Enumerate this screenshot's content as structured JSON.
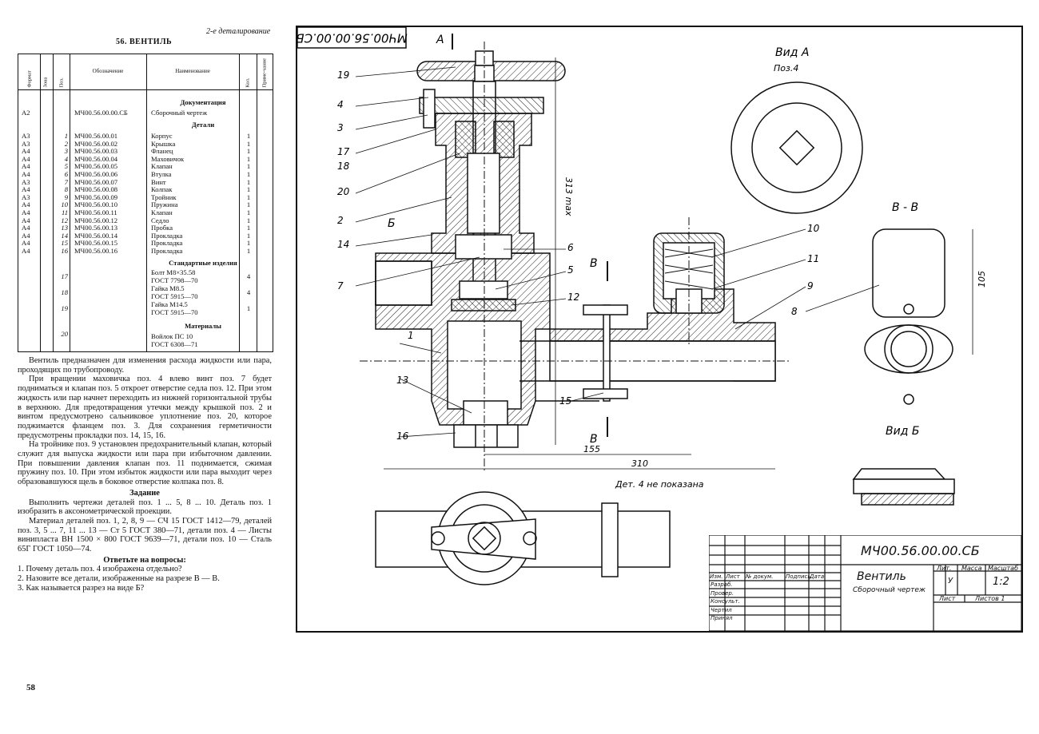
{
  "page": {
    "header_right": "2-е деталирование",
    "section_title": "56. ВЕНТИЛЬ",
    "page_number": "58"
  },
  "bom": {
    "headers": {
      "format": "Формат",
      "zone": "Зона",
      "pos": "Поз.",
      "designation": "Обозначение",
      "name": "Наименование",
      "qty": "Кол.",
      "note": "Приме-чание"
    },
    "sections": {
      "documentation": "Документация",
      "parts": "Детали",
      "standard": "Стандартные изделия",
      "materials": "Материалы"
    },
    "doc_row": {
      "format": "А2",
      "designation": "МЧ00.56.00.00.СБ",
      "name": "Сборочный чертеж"
    },
    "parts": [
      {
        "format": "А3",
        "pos": "1",
        "designation": "МЧ00.56.00.01",
        "name": "Корпус",
        "qty": "1"
      },
      {
        "format": "А3",
        "pos": "2",
        "designation": "МЧ00.56.00.02",
        "name": "Крышка",
        "qty": "1"
      },
      {
        "format": "А4",
        "pos": "3",
        "designation": "МЧ00.56.00.03",
        "name": "Фланец",
        "qty": "1"
      },
      {
        "format": "А4",
        "pos": "4",
        "designation": "МЧ00.56.00.04",
        "name": "Маховичок",
        "qty": "1"
      },
      {
        "format": "А4",
        "pos": "5",
        "designation": "МЧ00.56.00.05",
        "name": "Клапан",
        "qty": "1"
      },
      {
        "format": "А4",
        "pos": "6",
        "designation": "МЧ00.56.00.06",
        "name": "Втулка",
        "qty": "1"
      },
      {
        "format": "А3",
        "pos": "7",
        "designation": "МЧ00.56.00.07",
        "name": "Винт",
        "qty": "1"
      },
      {
        "format": "А4",
        "pos": "8",
        "designation": "МЧ00.56.00.08",
        "name": "Колпак",
        "qty": "1"
      },
      {
        "format": "А3",
        "pos": "9",
        "designation": "МЧ00.56.00.09",
        "name": "Тройник",
        "qty": "1"
      },
      {
        "format": "А4",
        "pos": "10",
        "designation": "МЧ00.56.00.10",
        "name": "Пружина",
        "qty": "1"
      },
      {
        "format": "А4",
        "pos": "11",
        "designation": "МЧ00.56.00.11",
        "name": "Клапан",
        "qty": "1"
      },
      {
        "format": "А4",
        "pos": "12",
        "designation": "МЧ00.56.00.12",
        "name": "Седло",
        "qty": "1"
      },
      {
        "format": "А4",
        "pos": "13",
        "designation": "МЧ00.56.00.13",
        "name": "Пробка",
        "qty": "1"
      },
      {
        "format": "А4",
        "pos": "14",
        "designation": "МЧ00.56.00.14",
        "name": "Прокладка",
        "qty": "1"
      },
      {
        "format": "А4",
        "pos": "15",
        "designation": "МЧ00.56.00.15",
        "name": "Прокладка",
        "qty": "1"
      },
      {
        "format": "А4",
        "pos": "16",
        "designation": "МЧ00.56.00.16",
        "name": "Прокладка",
        "qty": "1"
      }
    ],
    "standard": [
      {
        "pos": "17",
        "line1": "Болт М8×35.58",
        "line2": "ГОСТ 7798—70",
        "qty": "4"
      },
      {
        "pos": "18",
        "line1": "Гайка М8.5",
        "line2": "ГОСТ 5915—70",
        "qty": "4"
      },
      {
        "pos": "19",
        "line1": "Гайка М14.5",
        "line2": "ГОСТ 5915—70",
        "qty": "1"
      }
    ],
    "materials": [
      {
        "pos": "20",
        "line1": "Войлок ПС 10",
        "line2": "ГОСТ 6308—71"
      }
    ]
  },
  "description": {
    "p1": "Вентиль предназначен для изменения расхода жидкости или пара, проходящих по трубопроводу.",
    "p2": "При вращении маховичка поз. 4 влево винт поз. 7 будет подниматься и клапан поз. 5 откроет отверстие седла поз. 12. При этом жидкость или пар начнет переходить из нижней горизонтальной трубы в верхнюю. Для предотвращения утечки между крышкой поз. 2 и винтом предусмотрено сальниковое уплотнение поз. 20, которое поджимается фланцем поз. 3. Для сохранения герметичности предусмотрены прокладки поз. 14, 15, 16.",
    "p3": "На тройнике поз. 9 установлен предохранительный клапан, который служит для выпуска жидкости или пара при избыточном давлении. При повышении давления клапан поз. 11 поднимается, сжимая пружину поз. 10. При этом избыток жидкости или пара выходит через образовавшуюся щель в боковое отверстие колпака поз. 8.",
    "task_title": "Задание",
    "task_p1": "Выполнить чертежи деталей поз. 1 ... 5, 8 ... 10. Деталь поз. 1 изобразить в аксонометрической проекции.",
    "task_p2": "Материал деталей поз. 1, 2, 8, 9 — СЧ 15 ГОСТ 1412—79, деталей поз. 3, 5 ... 7, 11 ... 13 — Ст 5 ГОСТ 380—71, детали поз. 4 — Листы винипласта ВН 1500 × 800 ГОСТ 9639—71, детали поз. 10 — Сталь 65Г ГОСТ 1050—74.",
    "questions_title": "Ответьте на вопросы:",
    "q1": "1. Почему деталь поз. 4 изображена отдельно?",
    "q2": "2. Назовите все детали, изображенные на разрезе В — В.",
    "q3": "3. Как называется разрез на виде Б?"
  },
  "drawing": {
    "stamp_code": "МЧ00.56.00.00.СБ",
    "view_a_title": "Вид А",
    "view_a_sub": "Поз.4",
    "view_bb_title": "В - В",
    "view_b_title": "Вид Б",
    "note": "Дет. 4 не показана",
    "dim_313": "313 max",
    "dim_155": "155",
    "dim_310": "310",
    "dim_105": "105",
    "label_a": "А",
    "label_b": "Б",
    "label_v": "В",
    "callouts": [
      "19",
      "4",
      "3",
      "17",
      "18",
      "20",
      "2",
      "14",
      "7",
      "6",
      "5",
      "12",
      "1",
      "13",
      "15",
      "16",
      "10",
      "11",
      "9",
      "8"
    ]
  },
  "title_block": {
    "code": "МЧ00.56.00.00.СБ",
    "name": "Вентиль",
    "doc_type": "Сборочный чертеж",
    "lit": "Лит.",
    "mass": "Масса",
    "scale_label": "Масштаб",
    "scale": "1:2",
    "lit_value": "У",
    "sheet": "Лист",
    "sheets": "Листов 1",
    "row_labels": [
      "Изм.",
      "Лист",
      "№ докум.",
      "Подпись",
      "Дата"
    ],
    "roles": [
      "Разраб.",
      "Провер.",
      "Консульт.",
      "Чертил",
      "Принял"
    ]
  }
}
